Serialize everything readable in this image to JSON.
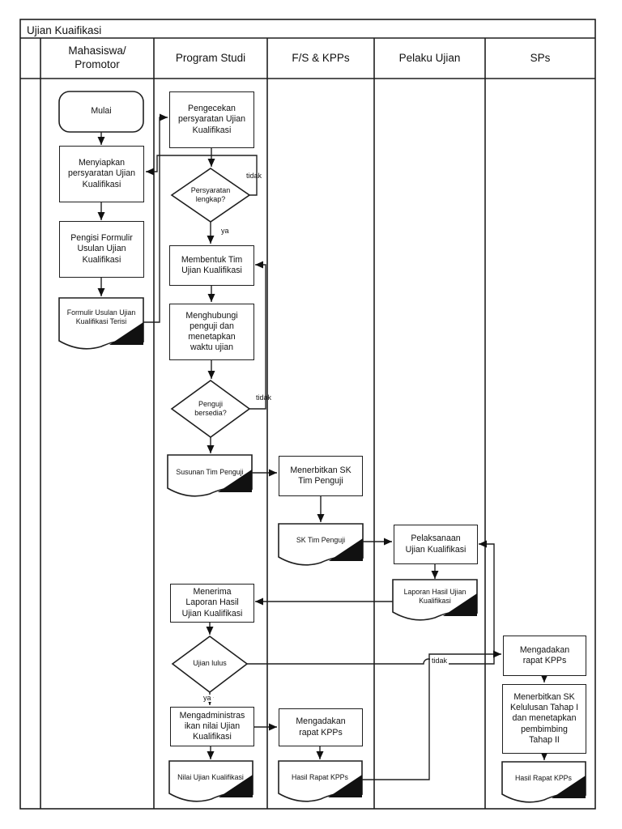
{
  "title": "Ujian Kuaifikasi",
  "lanes": [
    {
      "label": "Mahasiswa/\nPromotor"
    },
    {
      "label": "Program Studi"
    },
    {
      "label": "F/S & KPPs"
    },
    {
      "label": "Pelaku Ujian"
    },
    {
      "label": "SPs"
    }
  ],
  "nodes": {
    "mulai": {
      "type": "start",
      "label": "Mulai"
    },
    "menyiapkan": {
      "type": "process",
      "label": "Menyiapkan\npersyaratan Ujian\nKualifikasi"
    },
    "pengisi": {
      "type": "process",
      "label": "Pengisi Formulir\nUsulan Ujian\nKualifikasi"
    },
    "formulir_doc": {
      "type": "document",
      "label": "Formulir Usulan Ujian\nKualifikasi Terisi"
    },
    "pengecekan": {
      "type": "process",
      "label": "Pengecekan\npersyaratan Ujian\nKualifikasi"
    },
    "persyaratan": {
      "type": "decision",
      "label": "Persyaratan\nlengkap?"
    },
    "membentuk": {
      "type": "process",
      "label": "Membentuk Tim\nUjian Kualifikasi"
    },
    "menghubungi": {
      "type": "process",
      "label": "Menghubungi\npenguji dan\nmenetapkan\nwaktu ujian"
    },
    "penguji": {
      "type": "decision",
      "label": "Penguji\nbersedia?"
    },
    "susunan_doc": {
      "type": "document",
      "label": "Susunan Tim Penguji"
    },
    "menerbitkan_sk": {
      "type": "process",
      "label": "Menerbitkan SK\nTim Penguji"
    },
    "sk_doc": {
      "type": "document",
      "label": "SK Tim Penguji"
    },
    "pelaksanaan": {
      "type": "process",
      "label": "Pelaksanaan\nUjian Kualifikasi"
    },
    "laporan_doc": {
      "type": "document",
      "label": "Laporan Hasil Ujian\nKualifikasi"
    },
    "menerima": {
      "type": "process",
      "label": "Menerima\nLaporan Hasil\nUjian Kualifikasi"
    },
    "ujian": {
      "type": "decision",
      "label": "Ujian lulus"
    },
    "mengadministrasikan": {
      "type": "process",
      "label": "Mengadministras\nikan nilai Ujian\nKualifikasi"
    },
    "nilai_doc": {
      "type": "document",
      "label": "Nilai Ujian Kualifikasi"
    },
    "mengadakan_fs": {
      "type": "process",
      "label": "Mengadakan\nrapat KPPs"
    },
    "hasil_fs_doc": {
      "type": "document",
      "label": "Hasil Rapat KPPs"
    },
    "mengadakan_sps": {
      "type": "process",
      "label": "Mengadakan\nrapat KPPs"
    },
    "menerbitkan_kelulusan": {
      "type": "process",
      "label": "Menerbitkan SK\nKelulusan Tahap I\ndan menetapkan\npembimbing\nTahap II"
    },
    "hasil_sps_doc": {
      "type": "document",
      "label": "Hasil Rapat KPPs"
    }
  },
  "edge_labels": {
    "persyaratan_tidak": "tidak",
    "persyaratan_ya": "ya",
    "penguji_tidak": "tidak",
    "ujian_ya": "ya",
    "ujian_tidak": "tidak"
  },
  "colors": {
    "line": "#1f1f1f",
    "fill": "#ffffff"
  }
}
